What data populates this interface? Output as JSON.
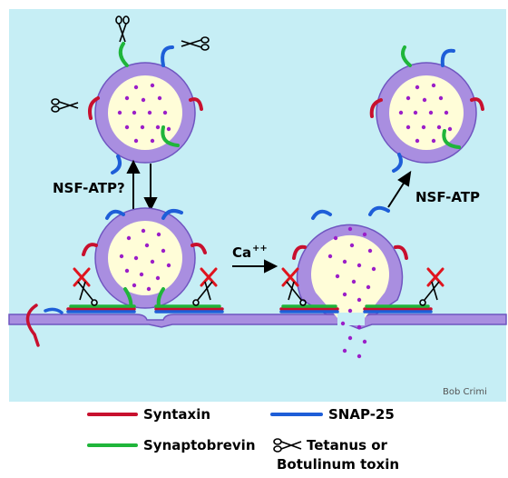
{
  "labels": {
    "nsf_atp_question": "NSF-ATP?",
    "ca": "Ca",
    "ca_sup": "++",
    "nsf_atp": "NSF-ATP",
    "credit": "Bob Crimi"
  },
  "legend": {
    "syntaxin": "Syntaxin",
    "snap25": "SNAP-25",
    "synaptobrevin": "Synaptobrevin",
    "toxin_line1": "Tetanus or",
    "toxin_line2": "Botulinum toxin"
  },
  "colors": {
    "background": "#c6eef5",
    "membrane": "#a98ee0",
    "membrane_edge": "#6f55c0",
    "vesicle_lumen": "#fffdd8",
    "dots": "#9b1ec8",
    "syntaxin": "#c8102e",
    "snap25": "#1e5ed8",
    "synaptobrevin": "#1fb53a",
    "toxin_x": "#e0141e"
  }
}
